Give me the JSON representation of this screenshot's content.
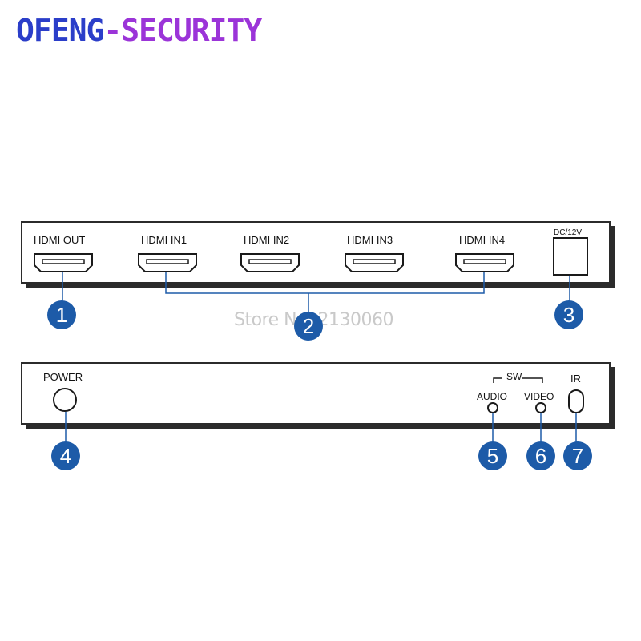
{
  "brand": {
    "part1": "OFENG",
    "sep": "-",
    "part2": "SECURITY"
  },
  "rear_panel": {
    "hdmi_out": "HDMI OUT",
    "hdmi_in1": "HDMI IN1",
    "hdmi_in2": "HDMI IN2",
    "hdmi_in3": "HDMI IN3",
    "hdmi_in4": "HDMI IN4",
    "dc": "DC/12V"
  },
  "front_panel": {
    "power": "POWER",
    "sw": "SW",
    "audio": "AUDIO",
    "video": "VIDEO",
    "ir": "IR"
  },
  "watermark": "Store No: 2130060",
  "callouts": [
    "1",
    "2",
    "3",
    "4",
    "5",
    "6",
    "7"
  ],
  "colors": {
    "callout": "#1d5ba8",
    "brand_blue": "#2b3ec9",
    "brand_purple": "#9b34d8",
    "panel_line": "#2b2b2b"
  }
}
